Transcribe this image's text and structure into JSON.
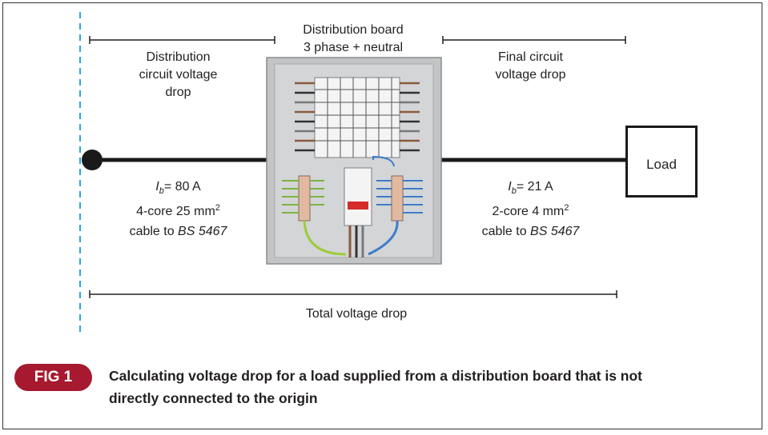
{
  "diagram": {
    "board_title": "Distribution board",
    "board_subtitle": "3 phase + neutral",
    "left_span_label": [
      "Distribution",
      "circuit voltage",
      "drop"
    ],
    "right_span_label": [
      "Final circuit",
      "voltage drop"
    ],
    "bottom_span_label": "Total voltage drop",
    "left_cable": {
      "current_symbol": "I",
      "current_sub": "b",
      "current_value": "= 80 A",
      "spec": "4-core 25 mm",
      "spec_sup": "2",
      "standard_prefix": "cable to ",
      "standard": "BS 5467"
    },
    "right_cable": {
      "current_symbol": "I",
      "current_sub": "b",
      "current_value": "= 21 A",
      "spec": "2-core 4 mm",
      "spec_sup": "2",
      "standard_prefix": "cable to ",
      "standard": "BS 5467"
    },
    "load_label": "Load"
  },
  "figure": {
    "badge": "FIG 1",
    "caption_line1": "Calculating voltage drop for a load supplied from a distribution board that is not",
    "caption_line2": "directly connected to the origin"
  },
  "colors": {
    "badge": "#a6192e",
    "origin_line": "#2aa8e0",
    "cable": "#1a1a1a"
  }
}
